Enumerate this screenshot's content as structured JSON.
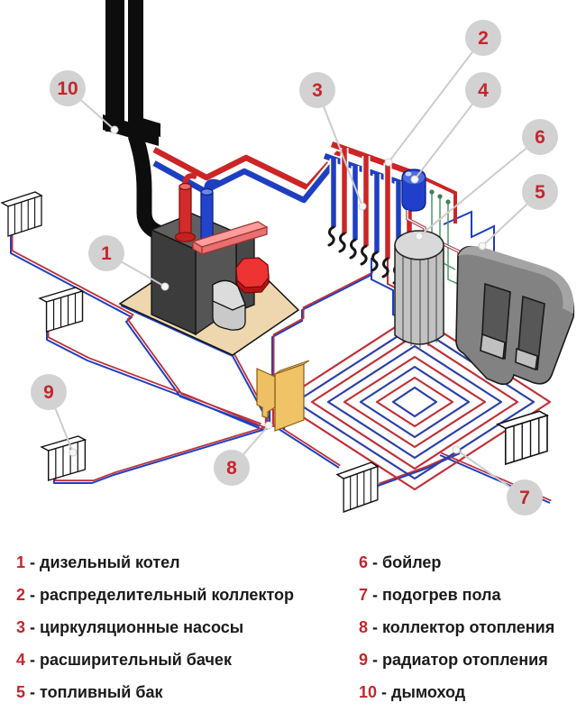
{
  "diagram": {
    "callouts": [
      {
        "number": "1"
      },
      {
        "number": "2"
      },
      {
        "number": "3"
      },
      {
        "number": "4"
      },
      {
        "number": "5"
      },
      {
        "number": "6"
      },
      {
        "number": "7"
      },
      {
        "number": "8"
      },
      {
        "number": "9"
      },
      {
        "number": "10"
      }
    ]
  },
  "legend": {
    "separator": "-",
    "columns": [
      {
        "items": [
          {
            "number": "1",
            "label": "дизельный котел"
          },
          {
            "number": "2",
            "label": "распределительный коллектор"
          },
          {
            "number": "3",
            "label": "циркуляционные насосы"
          },
          {
            "number": "4",
            "label": "расширительный бачек"
          },
          {
            "number": "5",
            "label": "топливный бак"
          }
        ]
      },
      {
        "items": [
          {
            "number": "6",
            "label": "бойлер"
          },
          {
            "number": "7",
            "label": "подогрев пола"
          },
          {
            "number": "8",
            "label": "коллектор отопления"
          },
          {
            "number": "9",
            "label": "радиатор отопления"
          },
          {
            "number": "10",
            "label": "дымоход"
          }
        ]
      }
    ]
  },
  "colors": {
    "hot_water_pipe": "#cc2525",
    "cold_water_pipe": "#1e3fc0",
    "callout_background": "#d2d2d2",
    "callout_number": "#c4262e",
    "heating_collector": "#efc366",
    "boiler_platform": "#eed7ae",
    "fuel_tank": "#828282",
    "expansion_tank": "#2040cc",
    "chimney": "#0d0d0d"
  }
}
